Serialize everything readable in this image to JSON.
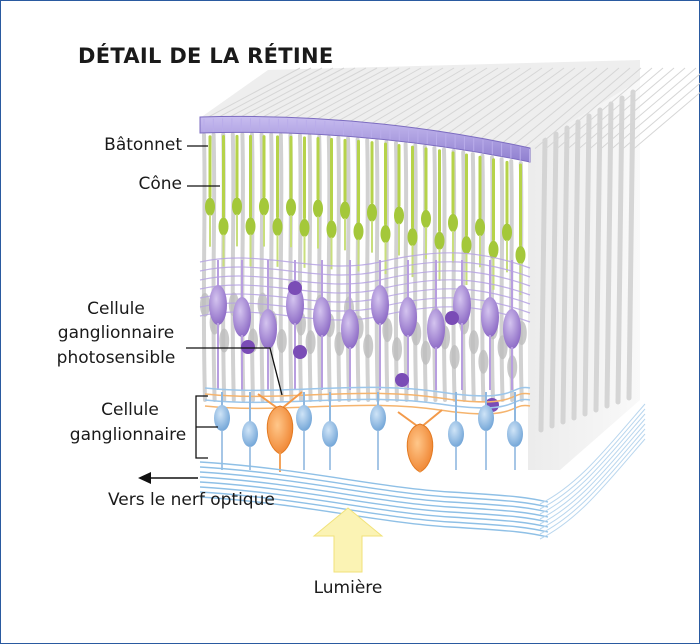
{
  "title": "DÉTAIL DE LA RÉTINE",
  "labels": {
    "rod": "Bâtonnet",
    "cone": "Cône",
    "ipRGC_line1": "Cellule",
    "ipRGC_line2": "ganglionnaire",
    "ipRGC_line3": "photosensible",
    "ganglion_line1": "Cellule",
    "ganglion_line2": "ganglionnaire",
    "optic_nerve": "Vers le nerf optique",
    "light": "Lumière"
  },
  "colors": {
    "frame": "#2a5aa0",
    "membrane": "#a99ad8",
    "rod_gray": "#cfcfcf",
    "cone_green": "#b6d34a",
    "bipolar_purple": "#a98ad0",
    "ganglion_blue": "#8fb8e0",
    "ipRGC_orange": "#f39a4a",
    "light_arrow": "#fbf3b4"
  }
}
